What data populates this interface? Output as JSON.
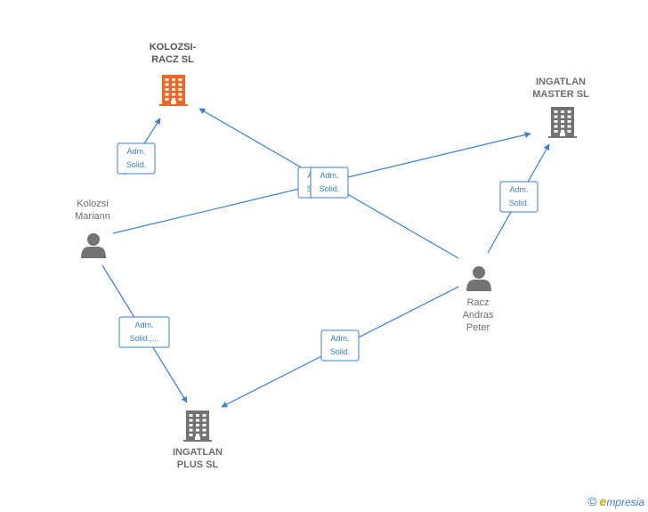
{
  "colors": {
    "edge": "#3a7fd5",
    "company_highlight": "#f26522",
    "company": "#737373",
    "person": "#737373"
  },
  "nodes": [
    {
      "id": "kolozsi_racz",
      "kind": "company",
      "highlight": true,
      "lines": [
        "KOLOZSI-",
        "RACZ  SL"
      ],
      "icon": "building-icon"
    },
    {
      "id": "ingatlan_master",
      "kind": "company",
      "highlight": false,
      "lines": [
        "INGATLAN",
        "MASTER  SL"
      ],
      "icon": "building-icon"
    },
    {
      "id": "ingatlan_plus",
      "kind": "company",
      "highlight": false,
      "lines": [
        "INGATLAN",
        "PLUS  SL"
      ],
      "icon": "building-icon"
    },
    {
      "id": "kolozsi_mariann",
      "kind": "person",
      "highlight": false,
      "lines": [
        "Kolozsi",
        "Mariann"
      ],
      "icon": "person-icon"
    },
    {
      "id": "racz_andras",
      "kind": "person",
      "highlight": false,
      "lines": [
        "Racz",
        "Andras",
        "Peter"
      ],
      "icon": "person-icon"
    }
  ],
  "edges": [
    {
      "from": "kolozsi_mariann",
      "to": "kolozsi_racz",
      "label": [
        "Adm.",
        "Solid."
      ]
    },
    {
      "from": "kolozsi_mariann",
      "to": "ingatlan_master",
      "label": [
        "Adm.",
        "Solid."
      ]
    },
    {
      "from": "racz_andras",
      "to": "kolozsi_racz",
      "label": [
        "Adm.",
        "Solid."
      ]
    },
    {
      "from": "racz_andras",
      "to": "ingatlan_master",
      "label": [
        "Adm.",
        "Solid."
      ]
    },
    {
      "from": "kolozsi_mariann",
      "to": "ingatlan_plus",
      "label": [
        "Adm.",
        "Solid.,..."
      ]
    },
    {
      "from": "racz_andras",
      "to": "ingatlan_plus",
      "label": [
        "Adm.",
        "Solid."
      ]
    }
  ],
  "footer": {
    "copyright_symbol": "©",
    "brand_first_letter": "e",
    "brand_rest": "mpresia"
  }
}
